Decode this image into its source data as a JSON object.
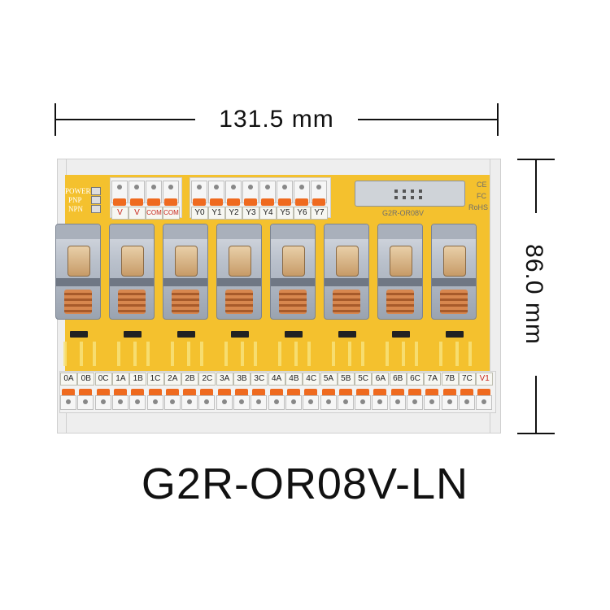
{
  "dimensions": {
    "width_label": "131.5 mm",
    "height_label": "86.0 mm"
  },
  "product": {
    "model": "G2R-OR08V-LN",
    "pcb_silkscreen_model": "G2R-OR08V"
  },
  "indicators": {
    "power": "POWER",
    "pnp": "PNP",
    "npn": "NPN"
  },
  "certifications": [
    "CE",
    "FC",
    "RoHS"
  ],
  "input_terminals": {
    "power": [
      "V",
      "V",
      "COM",
      "COM"
    ],
    "signals": [
      "Y0",
      "Y1",
      "Y2",
      "Y3",
      "Y4",
      "Y5",
      "Y6",
      "Y7"
    ]
  },
  "output_terminals": [
    "0A",
    "0B",
    "0C",
    "1A",
    "1B",
    "1C",
    "2A",
    "2B",
    "2C",
    "3A",
    "3B",
    "3C",
    "4A",
    "4B",
    "4C",
    "5A",
    "5B",
    "5C",
    "6A",
    "6B",
    "6C",
    "7A",
    "7B",
    "7C",
    "V1"
  ],
  "relay_count": 8,
  "colors": {
    "pcb": "#f4c12e",
    "lever": "#ef6a1f",
    "red_label": "#c8261c"
  }
}
